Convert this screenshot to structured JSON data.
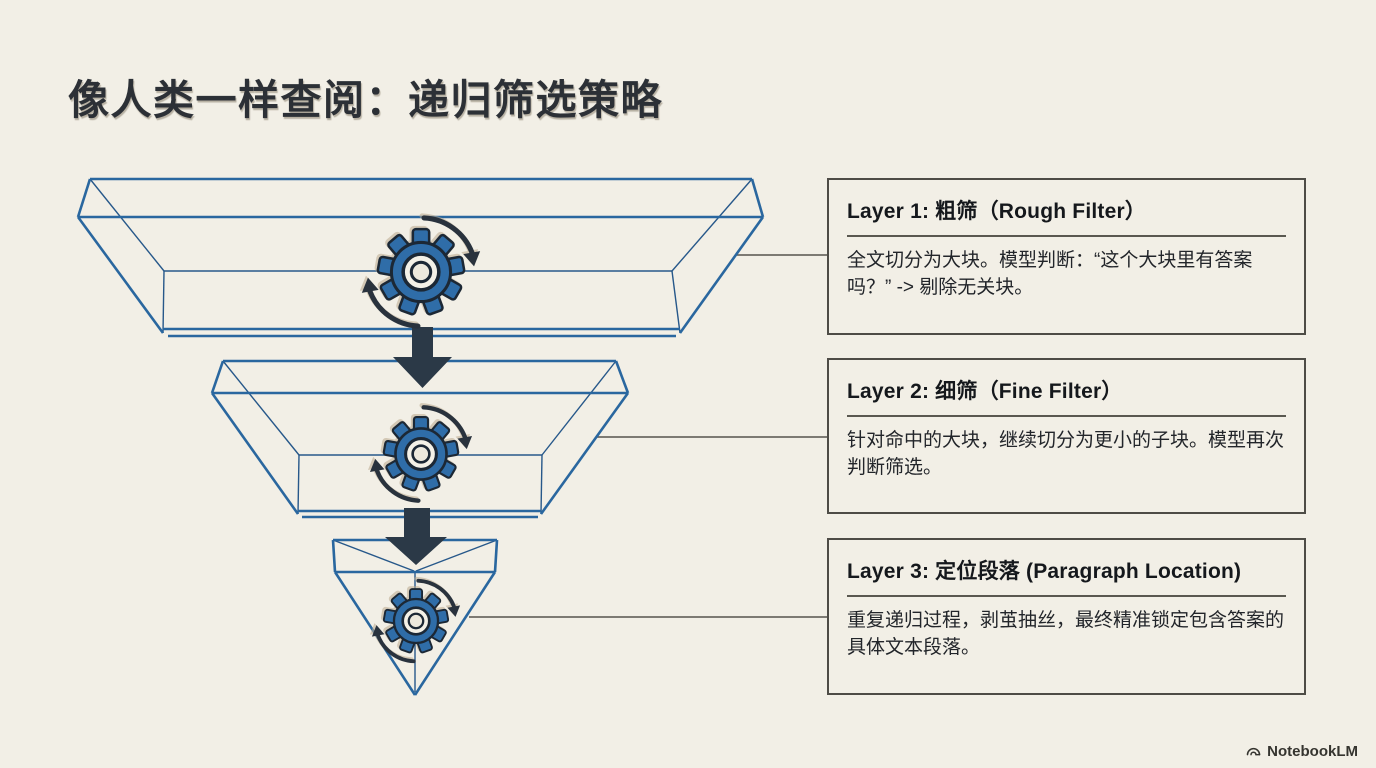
{
  "title": "像人类一样查阅：递归筛选策略",
  "boxes": [
    {
      "title": "Layer 1: 粗筛（Rough Filter）",
      "body": "全文切分为大块。模型判断：“这个大块里有答案吗？” -> 剔除无关块。"
    },
    {
      "title": "Layer 2: 细筛（Fine Filter）",
      "body": "针对命中的大块，继续切分为更小的子块。模型再次判断筛选。"
    },
    {
      "title": "Layer 3: 定位段落 (Paragraph Location)",
      "body": "重复递归过程，剥茧抽丝，最终精准锁定包含答案的具体文本段落。"
    }
  ],
  "funnel": {
    "levels": 3,
    "icons": [
      "gear-icon",
      "rotation-arrows-icon",
      "down-arrow-icon"
    ]
  },
  "watermark": {
    "icon": "notebooklm-logo",
    "label": "NotebookLM"
  },
  "colors": {
    "background": "#f2efe6",
    "funnel_outline": "#2a679f",
    "gear_fill": "#2f6da8",
    "arrow_dark": "#2b3947",
    "box_border": "#4e4c46",
    "connector": "#56544d",
    "title_text": "#2c3036"
  }
}
